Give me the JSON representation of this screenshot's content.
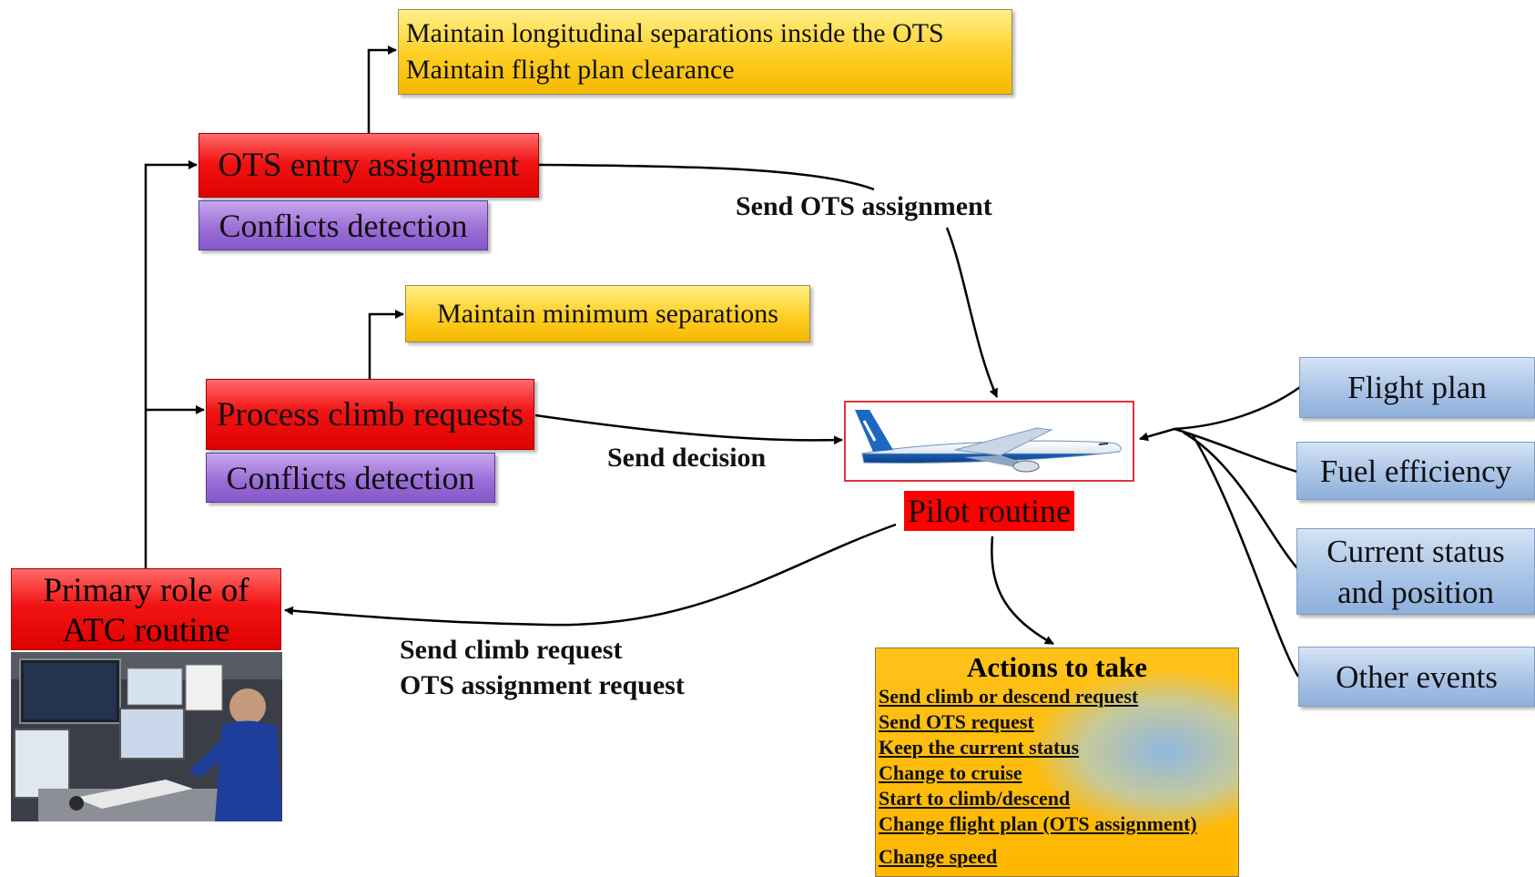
{
  "atc": {
    "title_line1": "Primary role of",
    "title_line2": "ATC routine",
    "ots_entry": "OTS entry assignment",
    "conflicts1": "Conflicts detection",
    "process_climb": "Process climb requests",
    "conflicts2": "Conflicts detection",
    "ots_goal_line1": "Maintain longitudinal separations inside the OTS",
    "ots_goal_line2": "Maintain flight plan clearance",
    "climb_goal": "Maintain minimum separations"
  },
  "messages": {
    "send_ots": "Send OTS assignment",
    "send_decision": "Send decision",
    "request_line1": "Send climb request",
    "request_line2": "OTS assignment request"
  },
  "pilot": {
    "label": "Pilot routine",
    "inputs": [
      {
        "line1": "Flight plan",
        "line2": ""
      },
      {
        "line1": "Fuel efficiency",
        "line2": ""
      },
      {
        "line1": "Current status",
        "line2": "and position"
      },
      {
        "line1": "Other events",
        "line2": ""
      }
    ]
  },
  "actions": {
    "title": "Actions to take",
    "items": [
      "Send climb or descend request",
      "Send OTS request",
      "Keep the current status",
      "Change to cruise",
      "Start to climb/descend",
      "Change flight plan (OTS assignment)",
      "Change speed"
    ]
  },
  "colors": {
    "red": "#e00000",
    "purple": "#9c6fd7",
    "yellow": "#ffd12a",
    "blue": "#a9c4e6",
    "arrow": "#000000"
  }
}
